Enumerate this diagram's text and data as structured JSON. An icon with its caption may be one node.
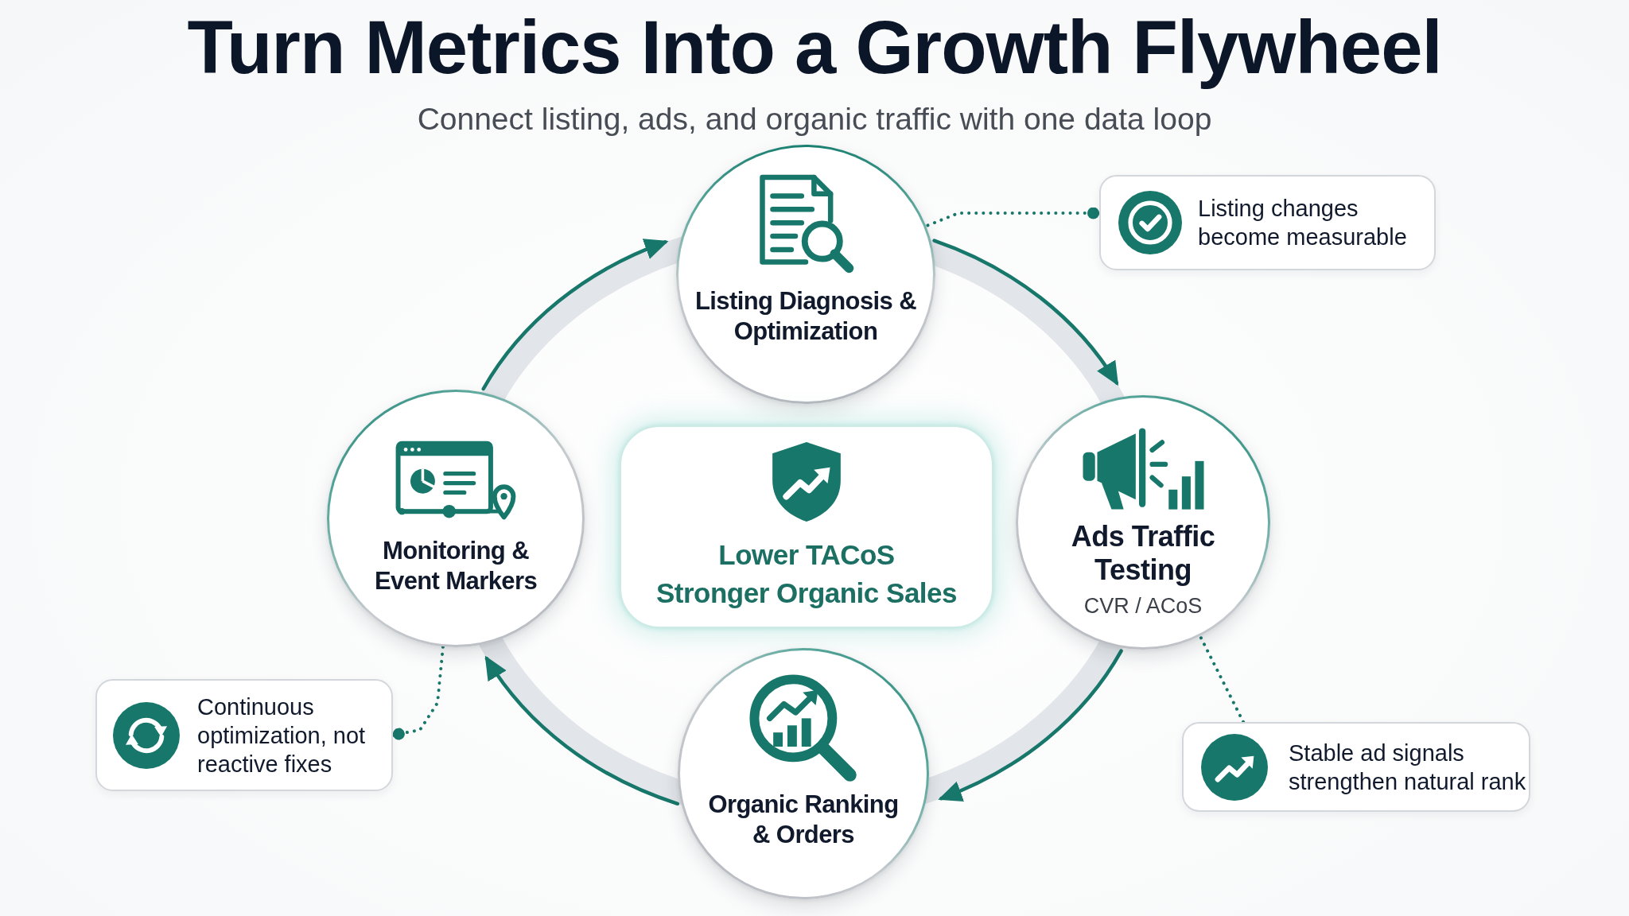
{
  "diagram": {
    "title": "Turn Metrics Into a Growth Flywheel",
    "nodes": [
      {
        "text": [
          "Listing Diagnosis & Optimization"
        ]
      },
      {
        "text": [
          "Listing changes become measurable"
        ]
      },
      {
        "text": [
          "Monitoring & Event Markers"
        ]
      },
      {
        "text": [
          "Lower TACoS",
          "Stronger Organic Sales"
        ]
      },
      {
        "text": [
          "Ads Traffic Testing",
          "CVR / ACoS"
        ]
      },
      {
        "text": [
          "Continuous optimization, not reactive fixes"
        ]
      },
      {
        "text": [
          "Stable ad signals strengthen natural rank"
        ]
      },
      {
        "text": [
          "Organic Ranking & Orders"
        ]
      }
    ],
    "edges": [
      {
        "from": 2,
        "to": 0,
        "arrow": "to"
      },
      {
        "from": 0,
        "to": 4,
        "arrow": "to"
      },
      {
        "from": 4,
        "to": 7,
        "arrow": "to"
      },
      {
        "from": 7,
        "to": 2,
        "arrow": "to"
      },
      {
        "from": 1,
        "to": 0,
        "arrow": "other",
        "style": "dashed"
      },
      {
        "from": 6,
        "to": 4,
        "arrow": "none",
        "style": "dashed"
      },
      {
        "from": 5,
        "to": 2,
        "arrow": "other",
        "style": "dashed"
      }
    ],
    "labels": [
      "Connect listing, ads, and organic traffic with one data loop"
    ]
  }
}
